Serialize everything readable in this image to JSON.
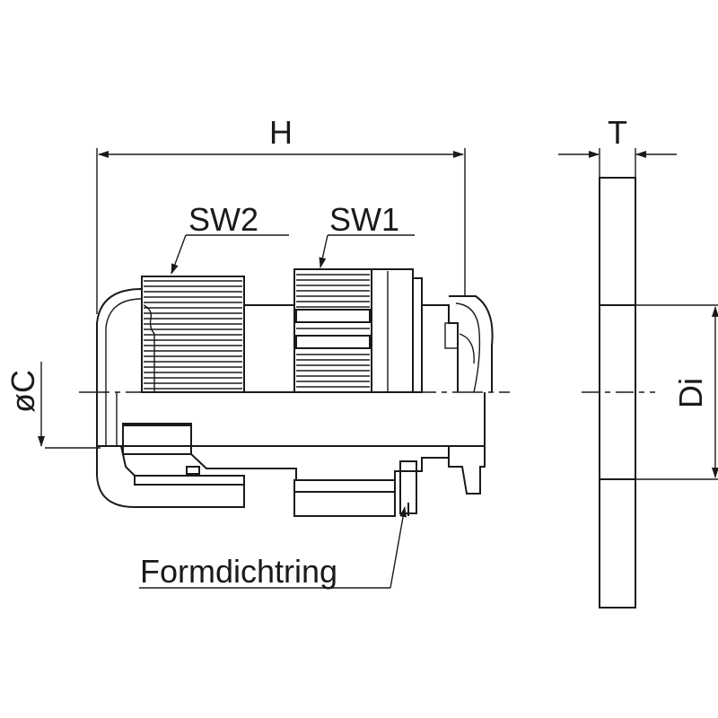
{
  "labels": {
    "H": "H",
    "T": "T",
    "SW2": "SW2",
    "SW1": "SW1",
    "C": "øC",
    "Di": "Di",
    "seal": "Formdichtring"
  },
  "colors": {
    "line": "#1a1a1a",
    "background": "#ffffff"
  }
}
